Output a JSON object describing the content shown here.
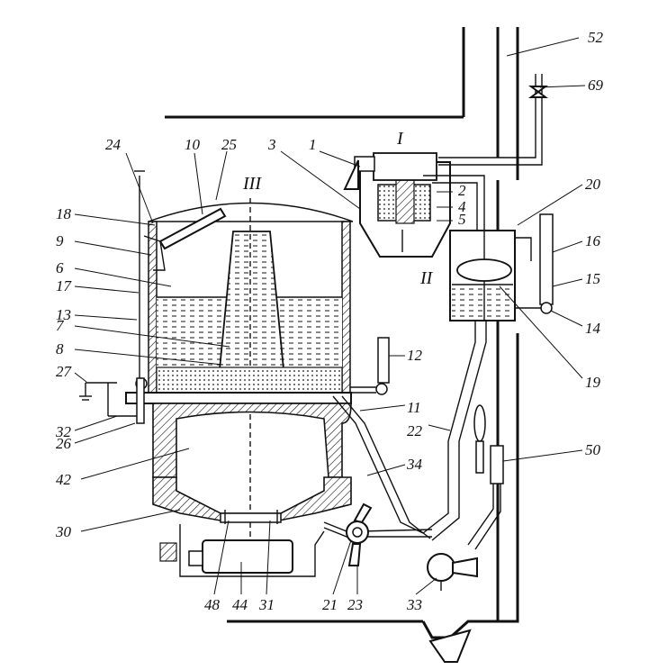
{
  "diagram": {
    "roman_labels": [
      "I",
      "II",
      "III"
    ],
    "callouts": [
      "52",
      "69",
      "1",
      "3",
      "10",
      "25",
      "24",
      "20",
      "2",
      "4",
      "5",
      "18",
      "9",
      "16",
      "6",
      "15",
      "17",
      "13",
      "14",
      "7",
      "8",
      "12",
      "19",
      "27",
      "11",
      "32",
      "26",
      "22",
      "50",
      "42",
      "34",
      "30",
      "48",
      "44",
      "31",
      "21",
      "23",
      "33"
    ],
    "colors": {
      "ink": "#111111",
      "paper": "#ffffff"
    }
  }
}
